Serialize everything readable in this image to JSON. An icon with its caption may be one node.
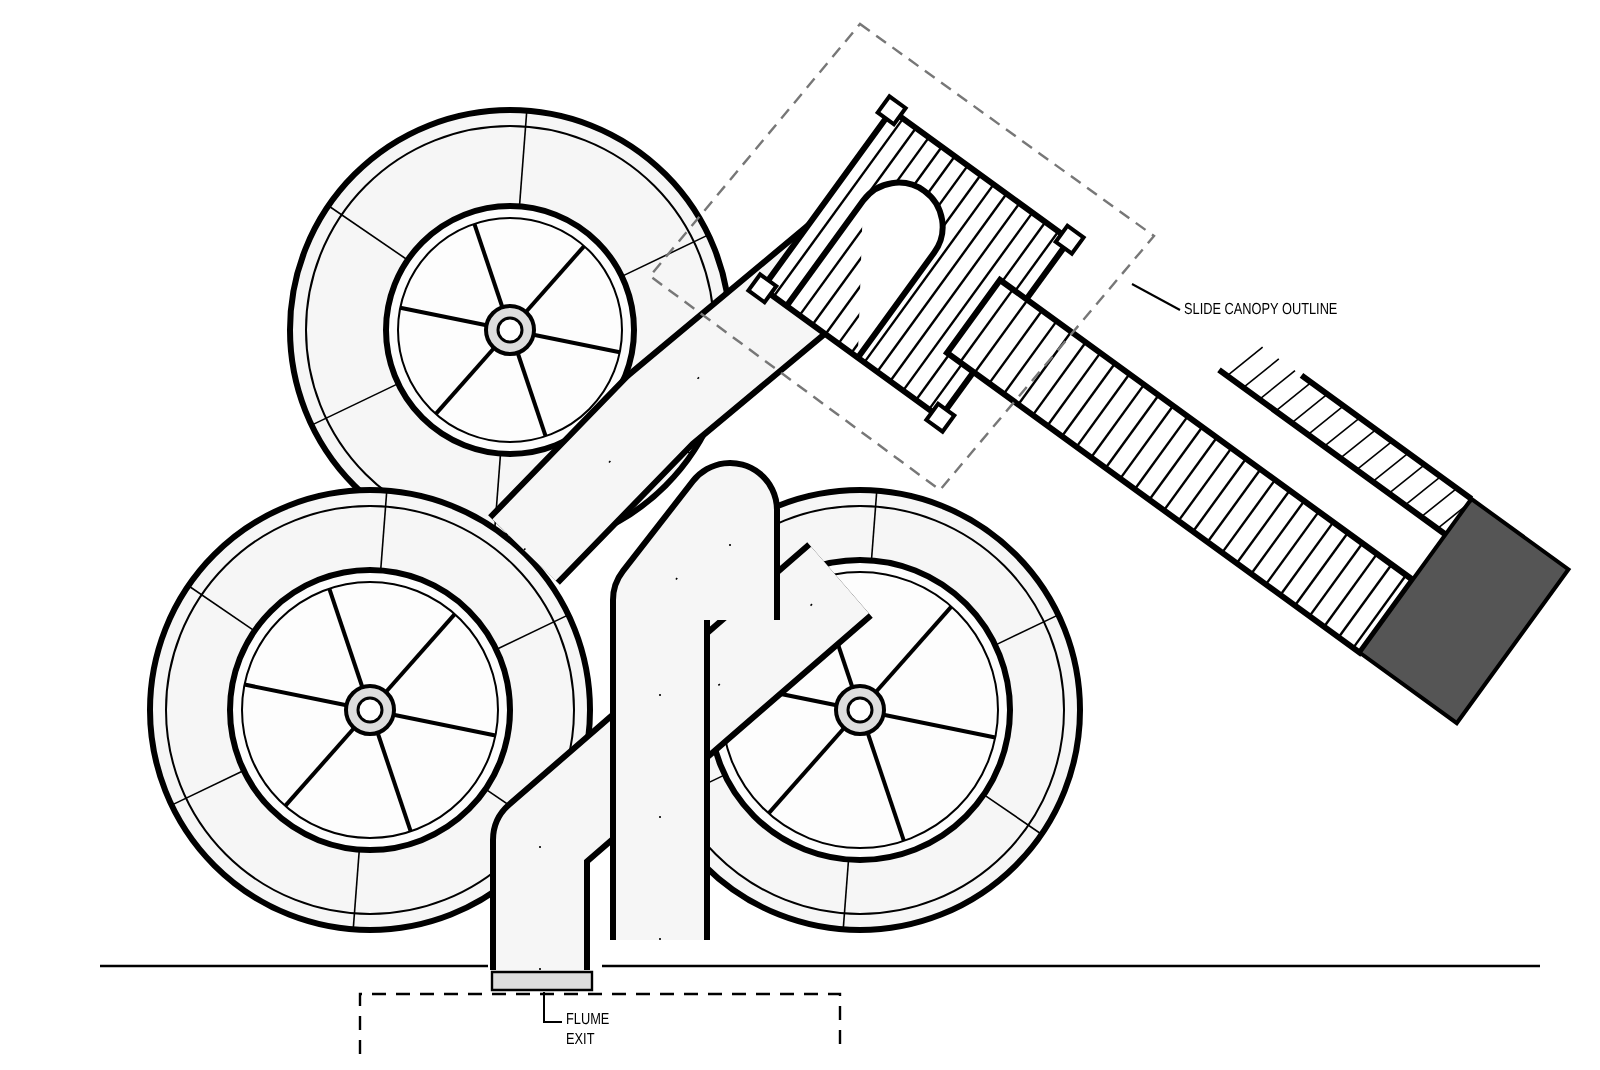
{
  "diagram": {
    "nodes": [
      {
        "text": [
          "SLIDE CANOPY OUTLINE"
        ]
      },
      {
        "text": [],
        "shape": "box"
      },
      {
        "text": [
          "FLUME EXIT"
        ]
      },
      {
        "text": [],
        "shape": "box"
      }
    ],
    "edges": [
      {
        "from": 0,
        "to": 1,
        "arrow": "none"
      },
      {
        "from": 2,
        "to": 3,
        "arrow": "none"
      }
    ]
  }
}
